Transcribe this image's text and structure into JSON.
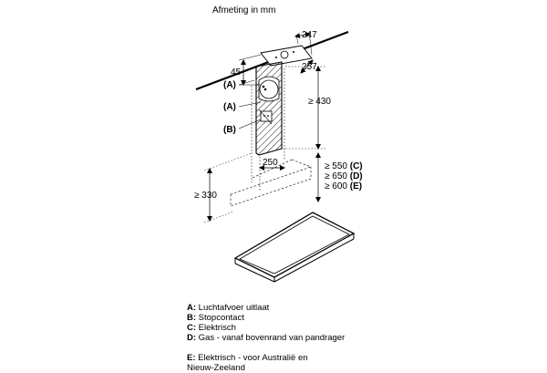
{
  "diagram": {
    "title": "Afmeting in mm",
    "dimensions": {
      "d247": "247",
      "d257": "257",
      "d45": "45",
      "d430": "≥ 430",
      "d250": "250",
      "d330": "≥ 330",
      "d550": "≥ 550",
      "d650": "≥ 650",
      "d600": "≥ 600"
    },
    "callouts": {
      "c550": "(C)",
      "c650": "(D)",
      "c600": "(E)",
      "a1": "(A)",
      "a2": "(A)",
      "b1": "(B)"
    }
  },
  "legend": [
    {
      "key": "A:",
      "text": " Luchtafvoer uitlaat"
    },
    {
      "key": "B:",
      "text": " Stopcontact"
    },
    {
      "key": "C:",
      "text": " Elektrisch"
    },
    {
      "key": "D:",
      "text": " Gas - vanaf bovenrand van pandrager"
    },
    {
      "key": "E:",
      "text": " Elektrisch - voor Australië en"
    },
    {
      "key": "",
      "text": "Nieuw-Zeeland"
    }
  ]
}
